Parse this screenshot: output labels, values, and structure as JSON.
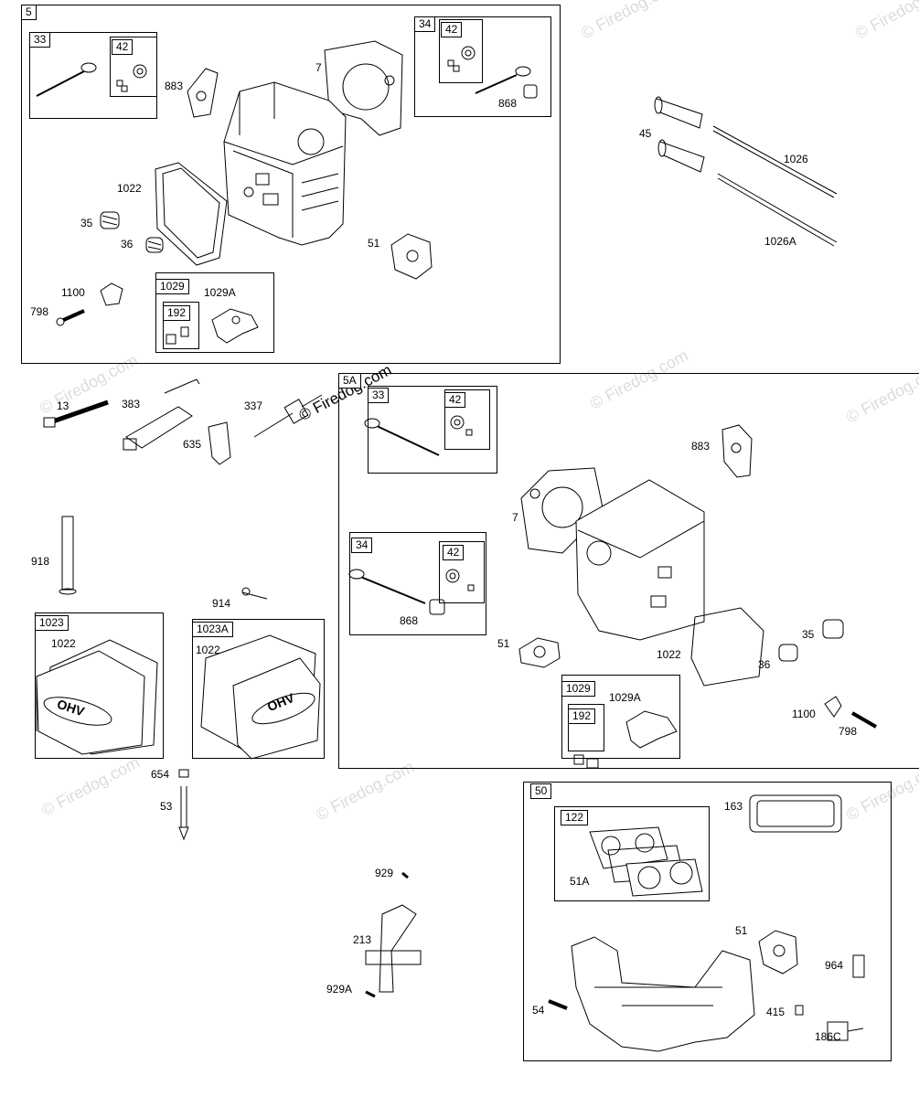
{
  "watermark": "© Firedog.com",
  "sections": {
    "s5": "5",
    "s5a": "5A",
    "s50": "50"
  },
  "kits": {
    "k33a": "33",
    "k42a": "42",
    "k34a": "34",
    "k42b": "42",
    "k1029a": "1029",
    "k192a": "192",
    "k33b": "33",
    "k42c": "42",
    "k34b": "34",
    "k42d": "42",
    "k1029b": "1029",
    "k192b": "192",
    "k1023": "1023",
    "k1023a": "1023A",
    "k122": "122"
  },
  "parts": {
    "p883a": "883",
    "p7a": "7",
    "p868a": "868",
    "p1022a": "1022",
    "p35a": "35",
    "p36a": "36",
    "p51a": "51",
    "p1100a": "1100",
    "p798a": "798",
    "p1029Aa": "1029A",
    "p45": "45",
    "p1026": "1026",
    "p1026A": "1026A",
    "p13": "13",
    "p383": "383",
    "p337": "337",
    "p635": "635",
    "p883b": "883",
    "p7b": "7",
    "p868b": "868",
    "p51b": "51",
    "p1022b": "1022",
    "p35b": "35",
    "p36b": "36",
    "p1100b": "1100",
    "p798b": "798",
    "p1029Ab": "1029A",
    "p918": "918",
    "p914": "914",
    "p1022c": "1022",
    "p1022d": "1022",
    "p654": "654",
    "p53": "53",
    "p929": "929",
    "p213": "213",
    "p929A": "929A",
    "p163": "163",
    "p51A": "51A",
    "p51c": "51",
    "p964": "964",
    "p54": "54",
    "p415": "415",
    "p186C": "186C"
  },
  "cover_logo": "OHV"
}
